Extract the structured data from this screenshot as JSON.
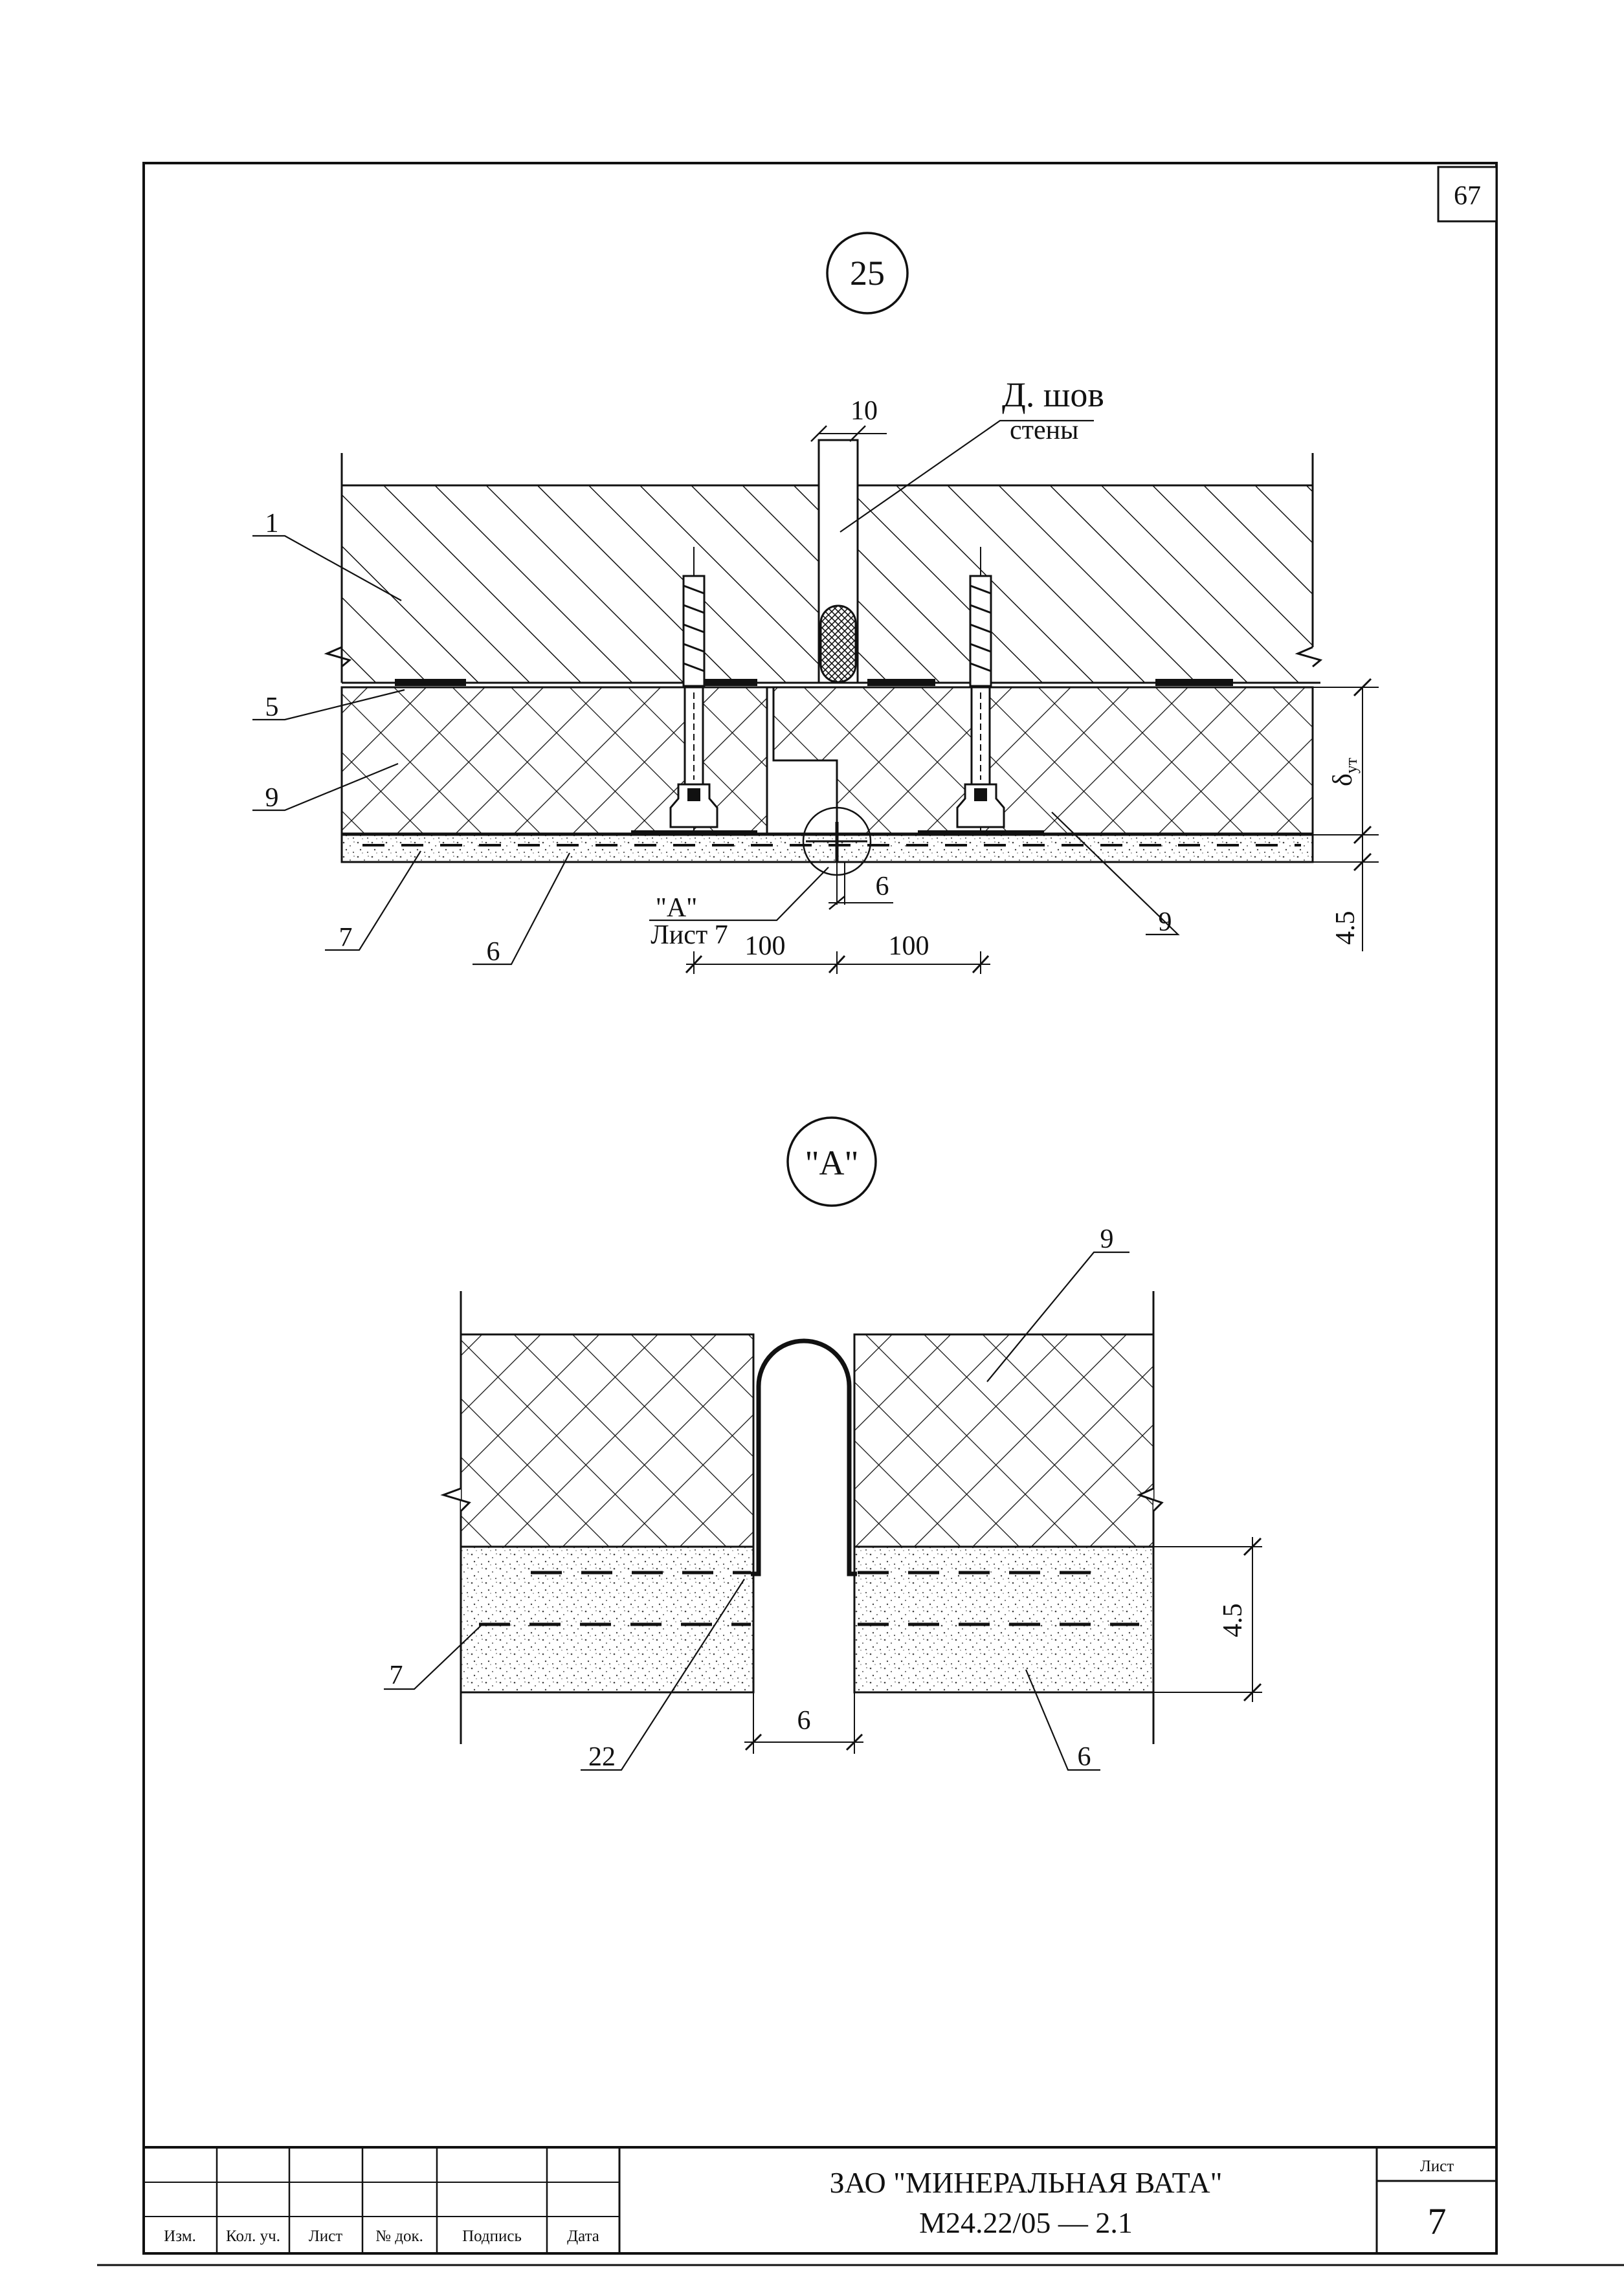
{
  "page_number": "67",
  "detail_25": {
    "marker": "25",
    "callouts": {
      "c1": "1",
      "c5": "5",
      "c9_left": "9",
      "c9_right": "9",
      "c7": "7",
      "c6": "6",
      "c10": "10",
      "joint_line1": "Д. шов",
      "joint_line2": "стены",
      "ref_line1": "\"А\"",
      "ref_line2": "Лист 7"
    },
    "dimensions": {
      "d100_left": "100",
      "d100_right": "100",
      "gap": "6",
      "thickness_symbol": "δ",
      "thickness_sub": "ут",
      "plaster": "4.5"
    }
  },
  "detail_A": {
    "marker": "\"А\"",
    "callouts": {
      "c9": "9",
      "c7": "7",
      "c22": "22",
      "c6": "6"
    },
    "dimensions": {
      "gap": "6",
      "plaster": "4.5"
    }
  },
  "title_block": {
    "headers": [
      "Изм.",
      "Кол. уч.",
      "Лист",
      "№ док.",
      "Подпись",
      "Дата"
    ],
    "company": "ЗАО \"МИНЕРАЛЬНАЯ ВАТА\"",
    "doc_code": "М24.22/05 — 2.1",
    "sheet_label": "Лист",
    "sheet_number": "7"
  }
}
